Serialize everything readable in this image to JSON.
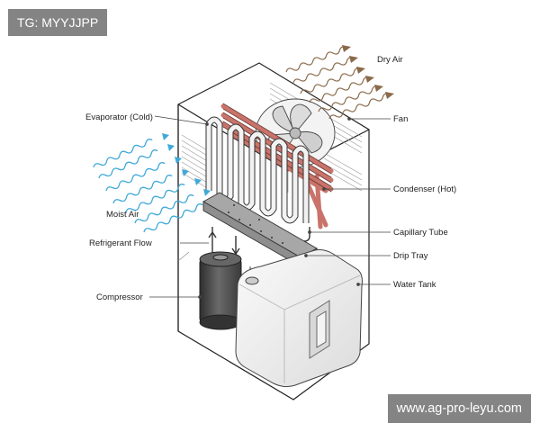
{
  "labels": {
    "dry_air": "Dry Air",
    "fan": "Fan",
    "evaporator": "Evaporator (Cold)",
    "condenser": "Condenser (Hot)",
    "moist_air": "Moist Air",
    "capillary_tube": "Capillary Tube",
    "refrigerant_flow": "Refrigerant Flow",
    "drip_tray": "Drip Tray",
    "compressor": "Compressor",
    "water_tank": "Water Tank"
  },
  "watermarks": {
    "top_left": "TG: MYYJJPP",
    "bottom_right": "www.ag-pro-leyu.com"
  },
  "colors": {
    "moist_air": "#3fa9d8",
    "dry_air": "#8a6a4a",
    "condenser": "#c9736a",
    "evaporator": "#f2f2f2",
    "compressor": "#4a4a4a",
    "tray": "#9a9a9a",
    "tank": "#eeeeee"
  }
}
